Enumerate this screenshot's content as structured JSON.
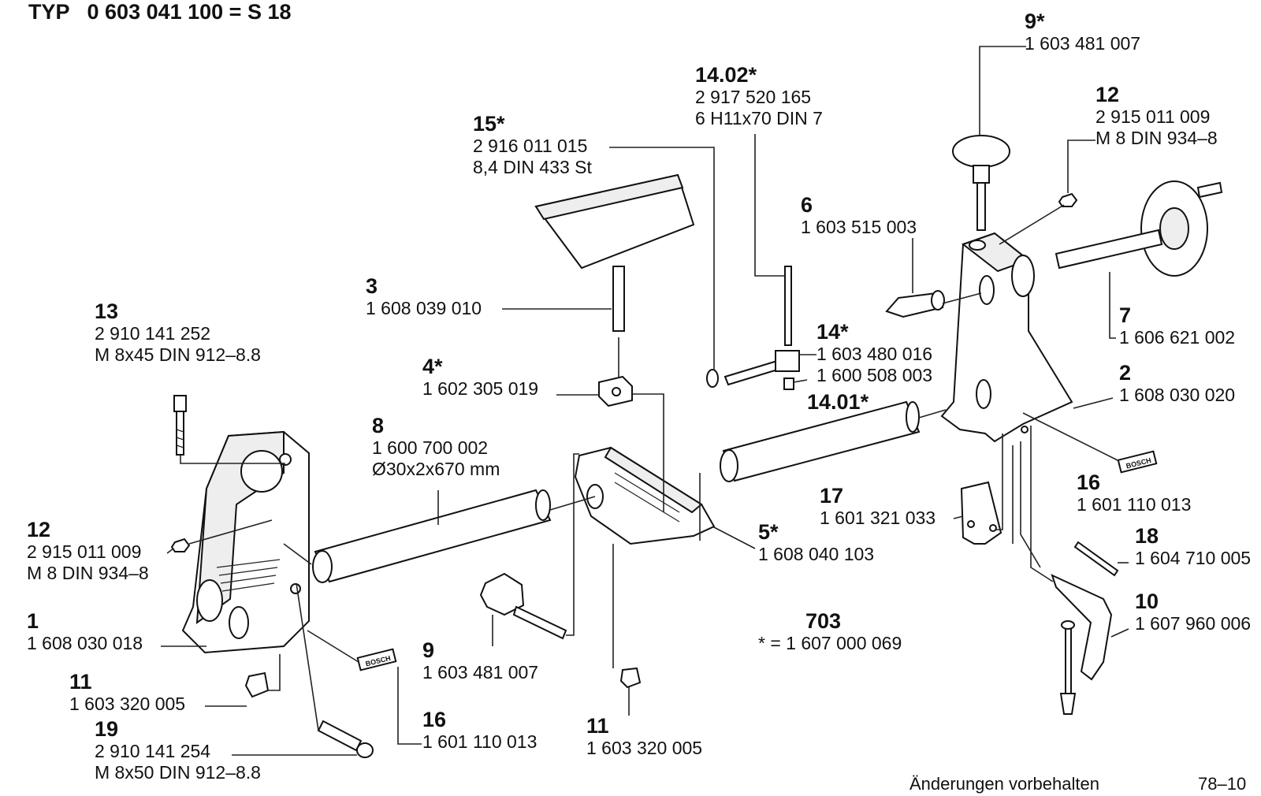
{
  "header": {
    "typ": "TYP",
    "number": "0 603 041 100 = S 18"
  },
  "logo_text": "BOSCH",
  "parts": {
    "p9_top": {
      "num": "9*",
      "lines": [
        "1 603 481 007"
      ]
    },
    "p12_top": {
      "num": "12",
      "lines": [
        "2 915 011 009",
        "M 8 DIN 934–8"
      ]
    },
    "p14_02": {
      "num": "14.02*",
      "lines": [
        "2 917 520 165",
        "6 H11x70 DIN 7"
      ]
    },
    "p15": {
      "num": "15*",
      "lines": [
        "2 916 011 015",
        "8,4 DIN 433 St"
      ]
    },
    "p6": {
      "num": "6",
      "lines": [
        "1 603 515 003"
      ]
    },
    "p3": {
      "num": "3",
      "lines": [
        "1 608 039 010"
      ]
    },
    "p7": {
      "num": "7",
      "lines": [
        "1 606 621 002"
      ]
    },
    "p13": {
      "num": "13",
      "lines": [
        "2 910 141 252",
        "M 8x45 DIN 912–8.8"
      ]
    },
    "p14": {
      "num": "14*",
      "lines": [
        "1 603 480 016",
        "1 600 508 003"
      ]
    },
    "p2": {
      "num": "2",
      "lines": [
        "1 608 030 020"
      ]
    },
    "p4": {
      "num": "4*",
      "lines": [
        "1 602 305 019"
      ]
    },
    "p14_01": {
      "num": "14.01*",
      "lines": []
    },
    "p8": {
      "num": "8",
      "lines": [
        "1 600 700 002",
        "Ø30x2x670 mm"
      ]
    },
    "p16_right": {
      "num": "16",
      "lines": [
        "1 601 110 013"
      ]
    },
    "p17": {
      "num": "17",
      "lines": [
        "1 601 321 033"
      ]
    },
    "p12_left": {
      "num": "12",
      "lines": [
        "2 915 011 009",
        "M 8 DIN 934–8"
      ]
    },
    "p5": {
      "num": "5*",
      "lines": [
        "1 608 040 103"
      ]
    },
    "p18": {
      "num": "18",
      "lines": [
        "1 604 710 005"
      ]
    },
    "p1": {
      "num": "1",
      "lines": [
        "1 608 030 018"
      ]
    },
    "p703": {
      "num": "703",
      "lines": [
        "* = 1 607 000 069"
      ]
    },
    "p10": {
      "num": "10",
      "lines": [
        "1 607 960 006"
      ]
    },
    "p9_bottom": {
      "num": "9",
      "lines": [
        "1 603 481 007"
      ]
    },
    "p11_left": {
      "num": "11",
      "lines": [
        "1 603 320 005"
      ]
    },
    "p16_bottom": {
      "num": "16",
      "lines": [
        "1 601 110 013"
      ]
    },
    "p11_bottom": {
      "num": "11",
      "lines": [
        "1 603 320 005"
      ]
    },
    "p19": {
      "num": "19",
      "lines": [
        "2 910 141 254",
        "M 8x50 DIN 912–8.8"
      ]
    }
  },
  "footer": {
    "note": "Änderungen vorbehalten",
    "page": "78–10"
  }
}
